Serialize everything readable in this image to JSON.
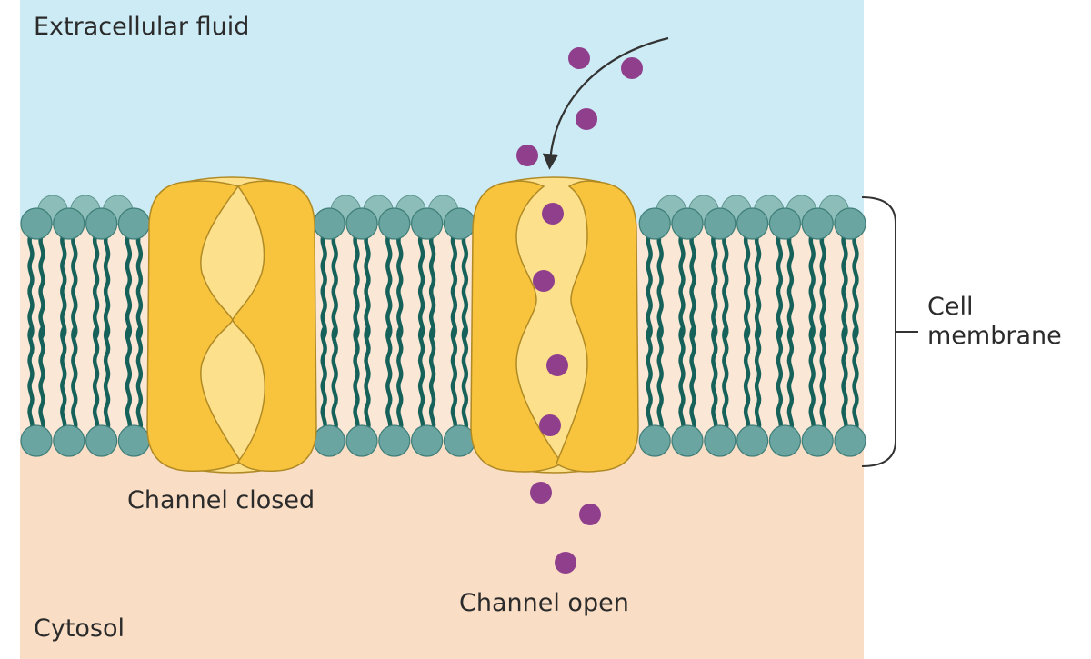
{
  "labels": {
    "extracellular": "Extracellular fluid",
    "cytosol": "Cytosol",
    "channel_closed": "Channel closed",
    "channel_open": "Channel open",
    "membrane_line1": "Cell",
    "membrane_line2": "membrane"
  },
  "colors": {
    "extracellular_fluid": "#cdebf4",
    "cytosol": "#f9ddc5",
    "membrane_core": "#fbe7d6",
    "phospholipid_head": "#6aa5a1",
    "phospholipid_head_back": "#8cbdb8",
    "lipid_tail": "#16625a",
    "channel_protein": "#f8c43d",
    "channel_pore": "#fde08c",
    "channel_outline": "#b08a25",
    "ion": "#8f3f8c",
    "arrow": "#333333"
  }
}
